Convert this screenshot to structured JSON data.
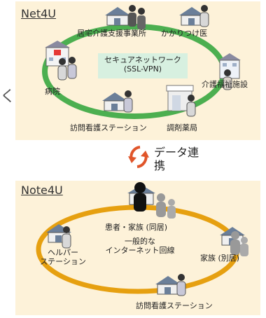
{
  "top_panel": {
    "title": "Net4U",
    "center_label": [
      "セキュアネットワーク",
      "(SSL-VPN)"
    ],
    "nodes": {
      "care_support": "居宅介護支援事業所",
      "family_doctor": "かかりつけ医",
      "hospital": "病院",
      "care_facility": "介護福祉施設",
      "visiting_nursing": "訪問看護ステーション",
      "pharmacy": "調剤薬局"
    }
  },
  "sync_label": [
    "データ連",
    "携"
  ],
  "bottom_panel": {
    "title": "Note4U",
    "center_label": [
      "一般的な",
      "インターネット回線"
    ],
    "nodes": {
      "patient_family": "患者・家族 (同居)",
      "helper_station": [
        "ヘルパー",
        "ステーション"
      ],
      "family_separate": "家族 (別居)",
      "visiting_nursing": "訪問看護ステーション"
    }
  },
  "colors": {
    "panel_bg": "#fdf2d9",
    "top_ring": "#4caf50",
    "center_box": "#d7f0e0",
    "bottom_ring": "#e6a010",
    "sync_arrows": "#e0552a"
  },
  "page_cut_text": "く"
}
